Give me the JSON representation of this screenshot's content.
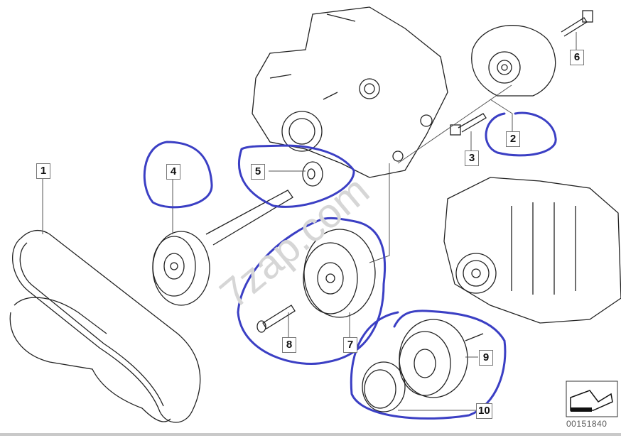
{
  "diagram": {
    "watermark": "7zap.com",
    "drawing_code": "00151840",
    "annotation_color": "#3b3fc4",
    "callouts": [
      {
        "id": "1",
        "part": "ribbed-v-belt"
      },
      {
        "id": "2",
        "part": "belt-tensioner"
      },
      {
        "id": "3",
        "part": "hex-bolt"
      },
      {
        "id": "4",
        "part": "tension-pulley"
      },
      {
        "id": "5",
        "part": "washer"
      },
      {
        "id": "6",
        "part": "hex-bolt"
      },
      {
        "id": "7",
        "part": "guide-pulley"
      },
      {
        "id": "8",
        "part": "socket-screw"
      },
      {
        "id": "9",
        "part": "guide-pulley"
      },
      {
        "id": "10",
        "part": "dust-cap"
      }
    ]
  }
}
